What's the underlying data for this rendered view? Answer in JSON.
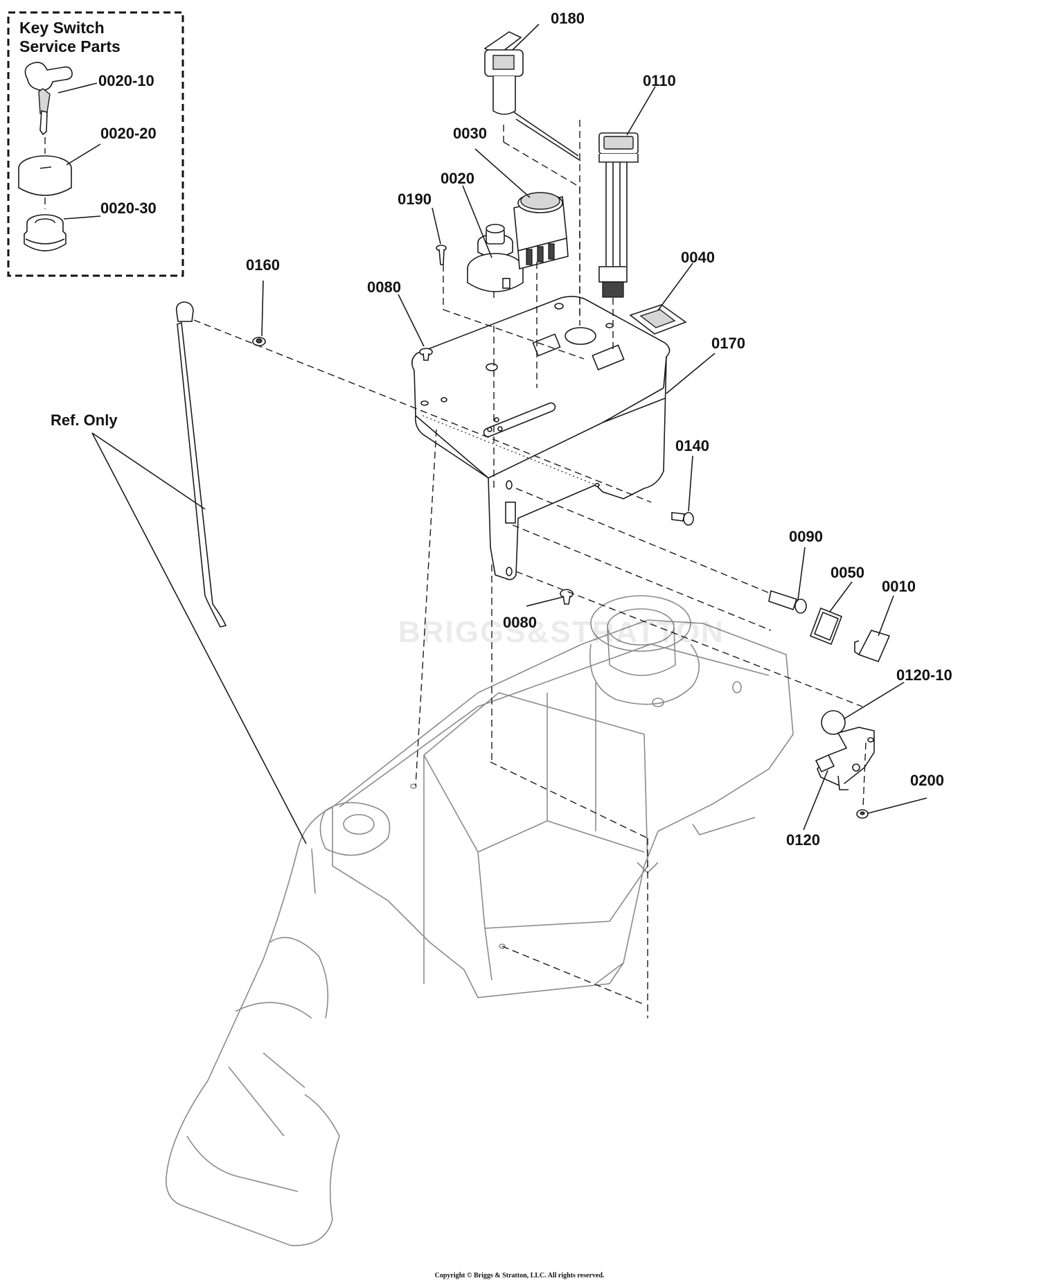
{
  "inset": {
    "title_line1": "Key Switch",
    "title_line2": "Service Parts",
    "parts": [
      "0020-10",
      "0020-20",
      "0020-30"
    ]
  },
  "callouts": {
    "p0180": "0180",
    "p0110": "0110",
    "p0030": "0030",
    "p0020": "0020",
    "p0190": "0190",
    "p0160": "0160",
    "p0080a": "0080",
    "p0040": "0040",
    "p0170": "0170",
    "ref_only": "Ref. Only",
    "p0140": "0140",
    "p0090": "0090",
    "p0050": "0050",
    "p0010": "0010",
    "p0080b": "0080",
    "p0120_10": "0120-10",
    "p0200": "0200",
    "p0120": "0120"
  },
  "watermark": "BRIGGS&STRATTON",
  "copyright": "Copyright © Briggs & Stratton, LLC. All rights reserved."
}
